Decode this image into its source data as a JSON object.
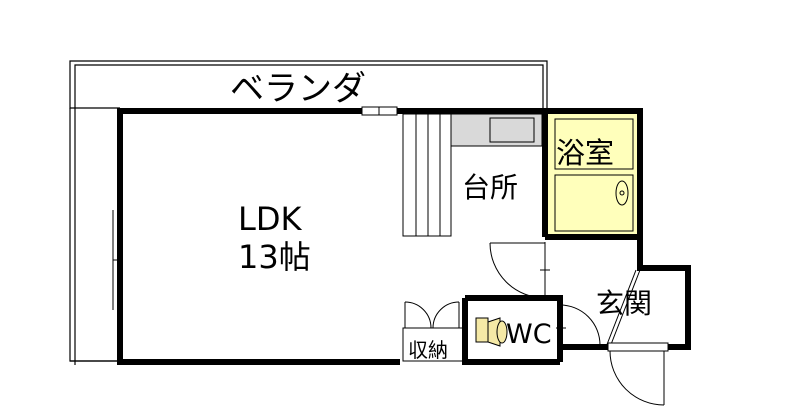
{
  "rooms": {
    "veranda": "ベランダ",
    "ldk_name": "LDK",
    "ldk_size": "13帖",
    "kitchen": "台所",
    "bathroom": "浴室",
    "entrance": "玄関",
    "wc": "WC",
    "storage": "収納"
  },
  "colors": {
    "wall": "#000000",
    "bathroom_fill": "#ffffbb",
    "counter_fill": "#d9d9d9",
    "toilet_fill": "#f5e9a6"
  }
}
